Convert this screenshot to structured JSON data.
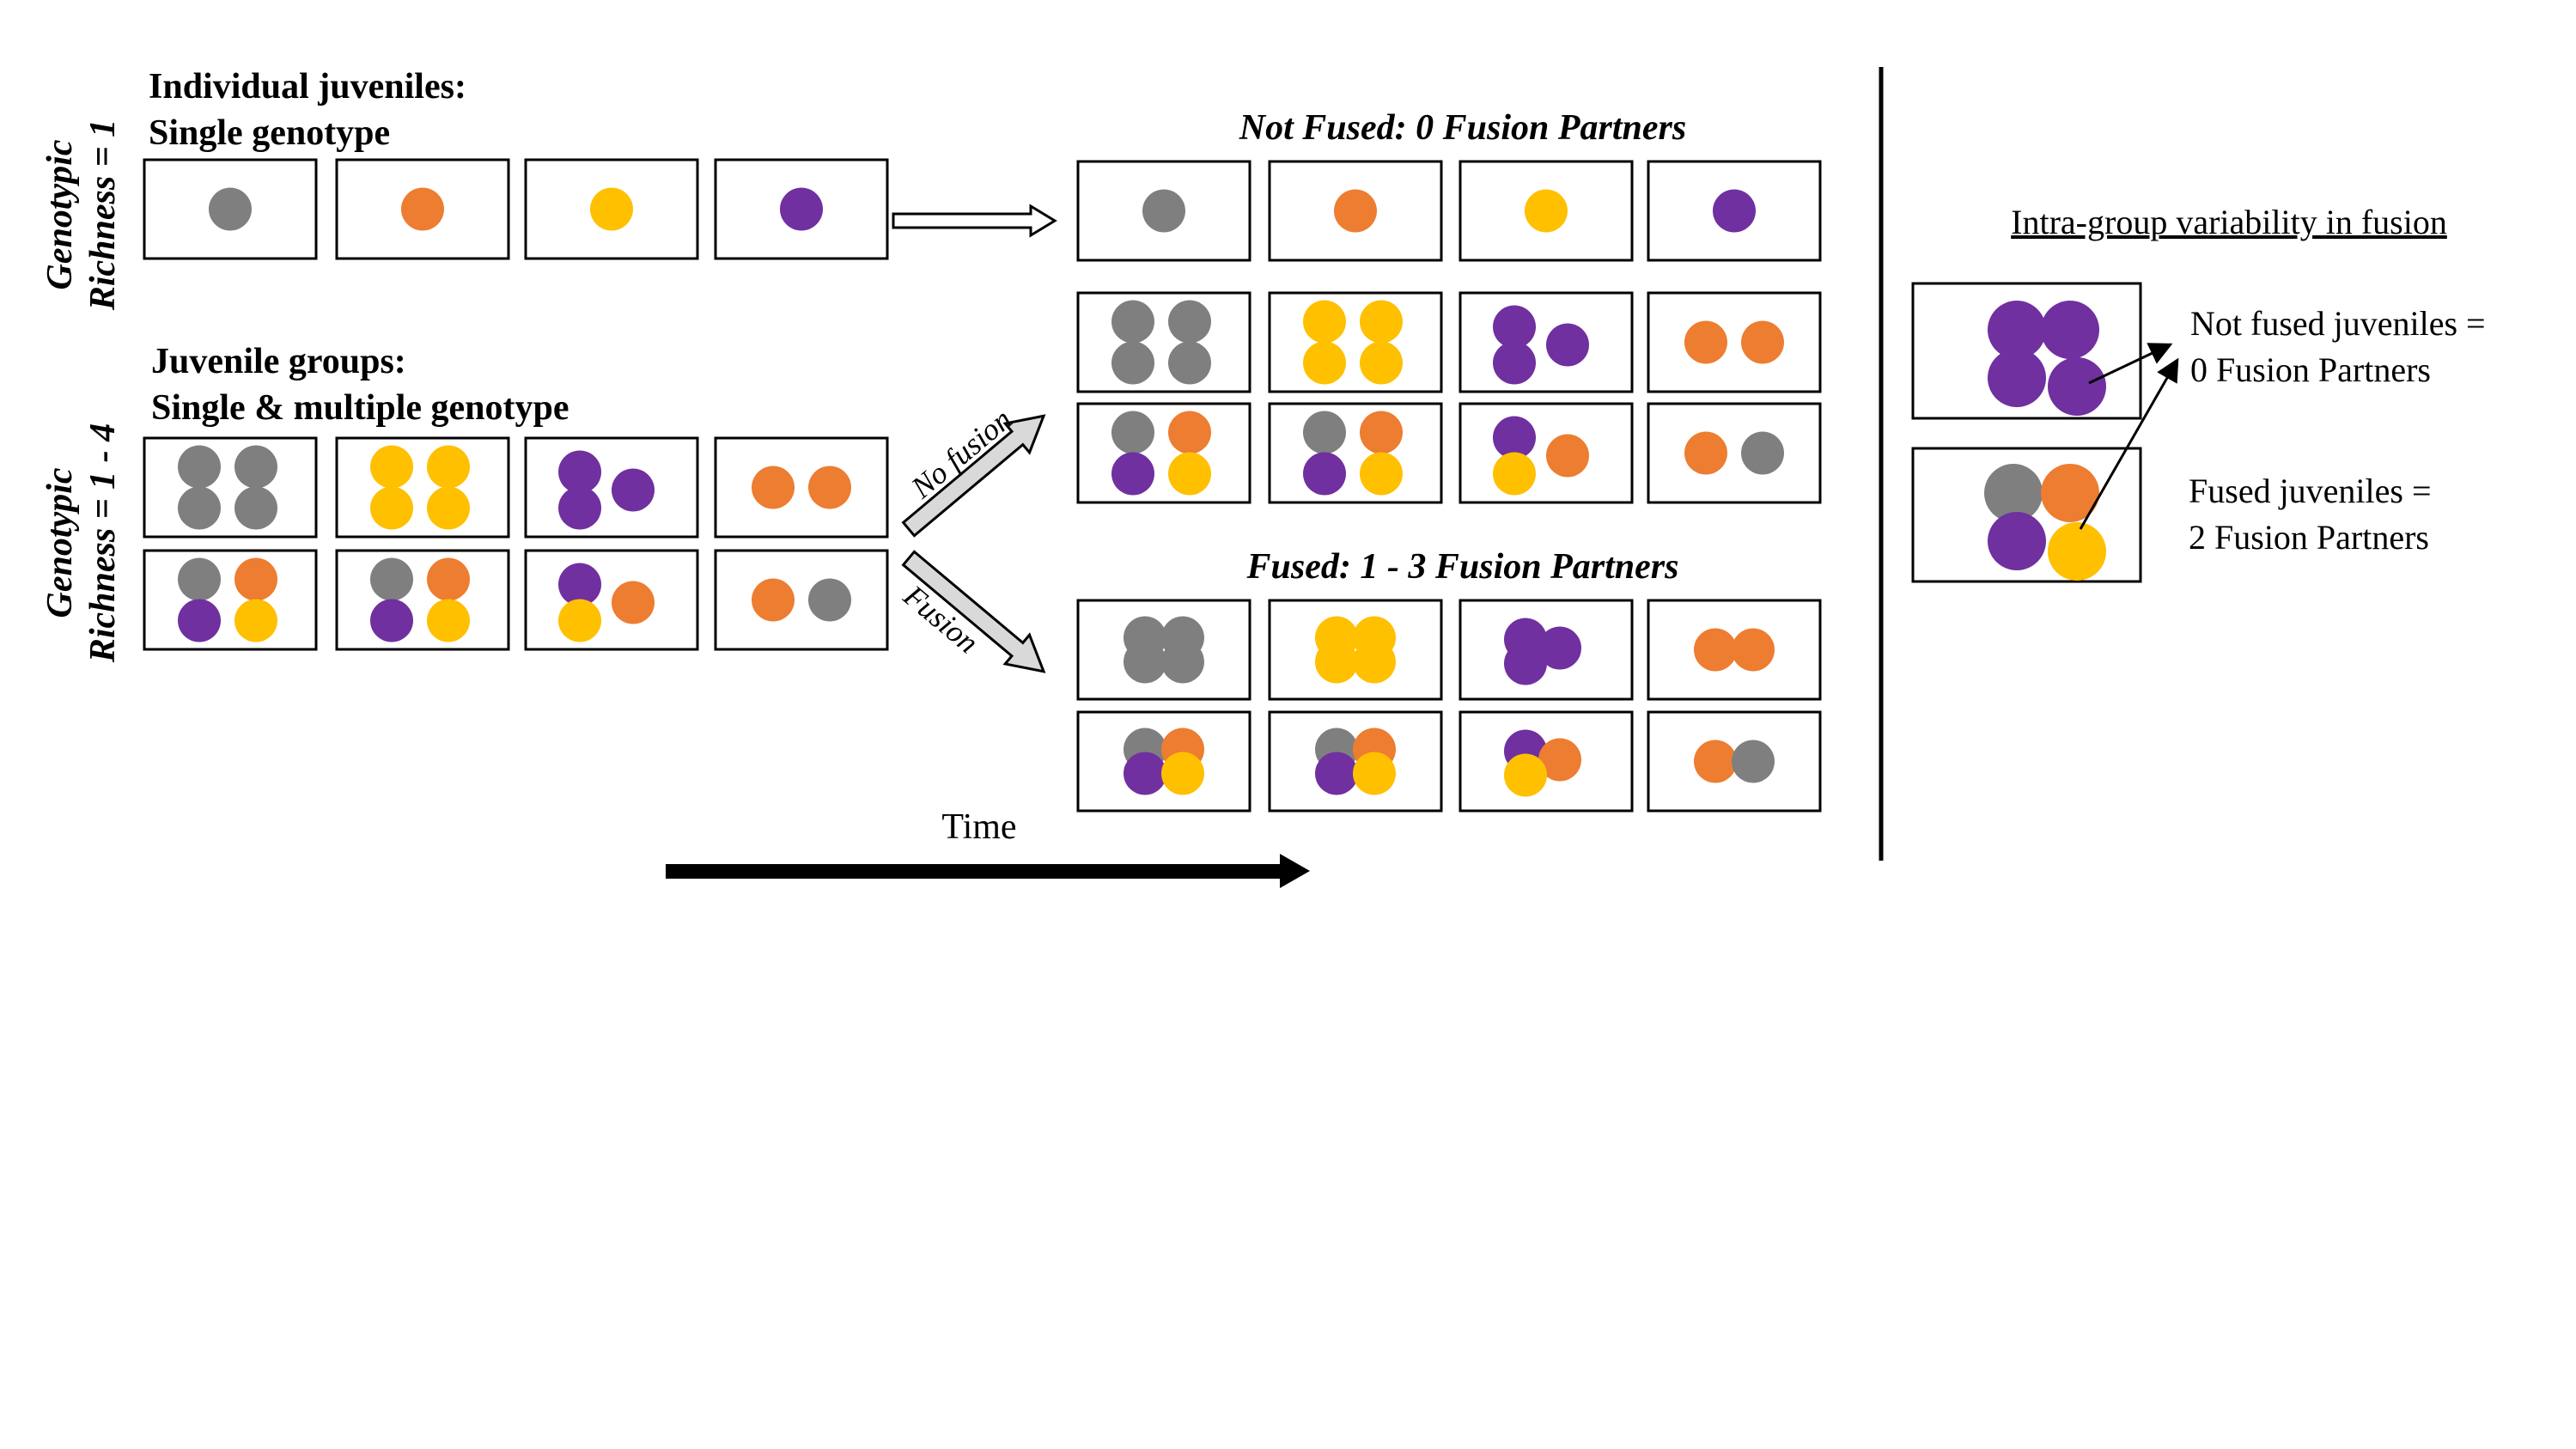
{
  "colors": {
    "gray": "#7f7f7f",
    "orange": "#ed7d31",
    "yellow": "#ffc000",
    "purple": "#7030a0",
    "arrow_fill": "#d9d9d9",
    "line": "#000000"
  },
  "labels": {
    "richness_one_line1": "Genotypic",
    "richness_one_line2": "Richness = 1",
    "richness_many_line1": "Genotypic",
    "richness_many_line2": "Richness = 1 - 4",
    "individual_title_line1": "Individual juveniles:",
    "individual_title_line2": "Single genotype",
    "groups_title_line1": "Juvenile groups:",
    "groups_title_line2": "Single & multiple genotype",
    "not_fused_heading": "Not Fused: 0 Fusion Partners",
    "fused_heading": "Fused: 1 - 3 Fusion Partners",
    "no_fusion_arrow": "No fusion",
    "fusion_arrow": "Fusion",
    "time": "Time"
  },
  "variability": {
    "title": "Intra-group variability in fusion",
    "not_fused_line1": "Not fused juveniles =",
    "not_fused_line2": "0 Fusion Partners",
    "fused_line1": "Fused juveniles =",
    "fused_line2": "2 Fusion Partners"
  },
  "panels": {
    "individual_start": [
      [
        "gray"
      ],
      [
        "orange"
      ],
      [
        "yellow"
      ],
      [
        "purple"
      ]
    ],
    "individual_end": [
      [
        "gray"
      ],
      [
        "orange"
      ],
      [
        "yellow"
      ],
      [
        "purple"
      ]
    ],
    "groups_start": [
      [
        "gray",
        "gray",
        "gray",
        "gray"
      ],
      [
        "yellow",
        "yellow",
        "yellow",
        "yellow"
      ],
      [
        "purple",
        "purple",
        "purple"
      ],
      [
        "orange",
        "orange"
      ],
      [
        "gray",
        "orange",
        "purple",
        "yellow"
      ],
      [
        "gray",
        "orange",
        "purple",
        "yellow"
      ],
      [
        "purple",
        "orange",
        "yellow"
      ],
      [
        "orange",
        "gray"
      ]
    ],
    "groups_no_fusion": [
      [
        "gray",
        "gray",
        "gray",
        "gray"
      ],
      [
        "yellow",
        "yellow",
        "yellow",
        "yellow"
      ],
      [
        "purple",
        "purple",
        "purple"
      ],
      [
        "orange",
        "orange"
      ],
      [
        "gray",
        "orange",
        "purple",
        "yellow"
      ],
      [
        "gray",
        "orange",
        "purple",
        "yellow"
      ],
      [
        "purple",
        "orange",
        "yellow"
      ],
      [
        "orange",
        "gray"
      ]
    ],
    "groups_fused": [
      [
        "gray",
        "gray",
        "gray",
        "gray"
      ],
      [
        "yellow",
        "yellow",
        "yellow",
        "yellow"
      ],
      [
        "purple",
        "purple",
        "purple"
      ],
      [
        "orange",
        "orange"
      ],
      [
        "gray",
        "orange",
        "purple",
        "yellow"
      ],
      [
        "gray",
        "orange",
        "purple",
        "yellow"
      ],
      [
        "purple",
        "orange",
        "yellow"
      ],
      [
        "orange",
        "gray"
      ]
    ],
    "variability_not_fused": [
      "purple",
      "purple",
      "purple",
      "purple"
    ],
    "variability_fused": [
      "gray",
      "orange",
      "purple",
      "yellow"
    ]
  }
}
